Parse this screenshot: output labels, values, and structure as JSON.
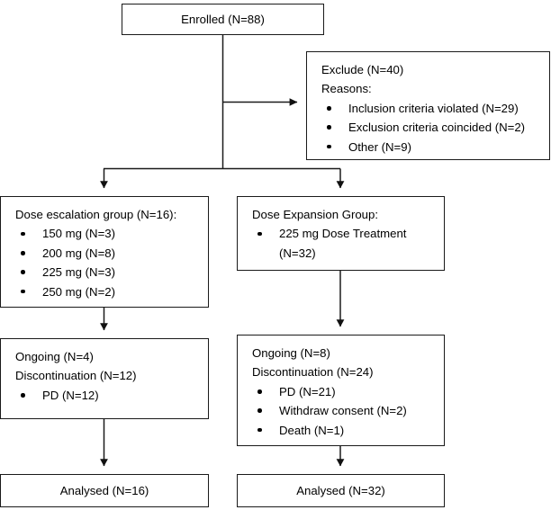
{
  "diagram": {
    "type": "consort-participant-flow",
    "nodes": {
      "enrolled": {
        "label": "Enrolled (N=88)"
      },
      "exclude": {
        "line1": "Exclude (N=40)",
        "line2": "Reasons:",
        "bullets": [
          "Inclusion criteria violated (N=29)",
          "Exclusion criteria coincided (N=2)",
          "Other (N=9)"
        ]
      },
      "dose_escalation": {
        "heading": "Dose escalation group (N=16):",
        "bullets": [
          "150 mg (N=3)",
          "200 mg (N=8)",
          "225 mg (N=3)",
          "250 mg (N=2)"
        ]
      },
      "dose_expansion": {
        "heading": "Dose Expansion Group:",
        "bullets": [
          {
            "text": "225 mg Dose Treatment",
            "continuation": "(N=32)"
          }
        ]
      },
      "left_status": {
        "line1": "Ongoing (N=4)",
        "line2": "Discontinuation (N=12)",
        "bullets": [
          "PD (N=12)"
        ]
      },
      "right_status": {
        "line1": "Ongoing (N=8)",
        "line2": "Discontinuation (N=24)",
        "bullets": [
          "PD (N=21)",
          "Withdraw consent (N=2)",
          "Death (N=1)"
        ]
      },
      "left_analysed": {
        "label": "Analysed (N=16)"
      },
      "right_analysed": {
        "label": "Analysed (N=32)"
      }
    },
    "colors": {
      "box_border": "#1a1a1a",
      "connector": "#1a1a1a",
      "background": "#ffffff",
      "text": "#000000"
    }
  }
}
